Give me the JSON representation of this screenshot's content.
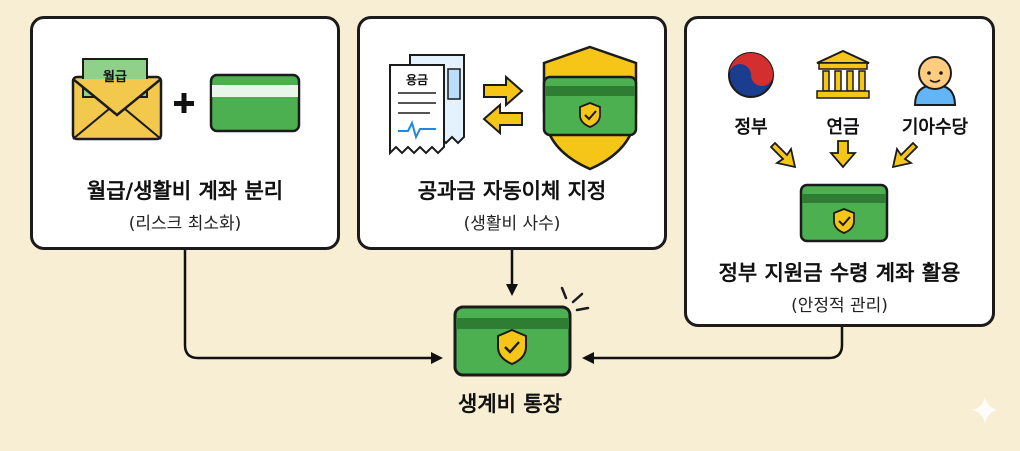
{
  "cards": {
    "salary": {
      "envelope_label": "월급",
      "plus": "+",
      "title": "월급/생활비 계좌 분리",
      "subtitle": "(리스크 최소화)"
    },
    "bills": {
      "bill_label": "용금",
      "title": "공과금 자동이체 지정",
      "subtitle": "(생활비 사수)"
    },
    "gov": {
      "sources": [
        "정부",
        "연금",
        "기아수당"
      ],
      "title": "정부 지원금 수령 계좌 활용",
      "subtitle": "(안정적 관리)"
    }
  },
  "center": {
    "label": "생계비 통장"
  },
  "colors": {
    "background": "#f8eed3",
    "card_green": "#4caf50",
    "dark_green": "#2e7d32",
    "shield_yellow": "#f5c518",
    "outline": "#1b1b1b"
  }
}
